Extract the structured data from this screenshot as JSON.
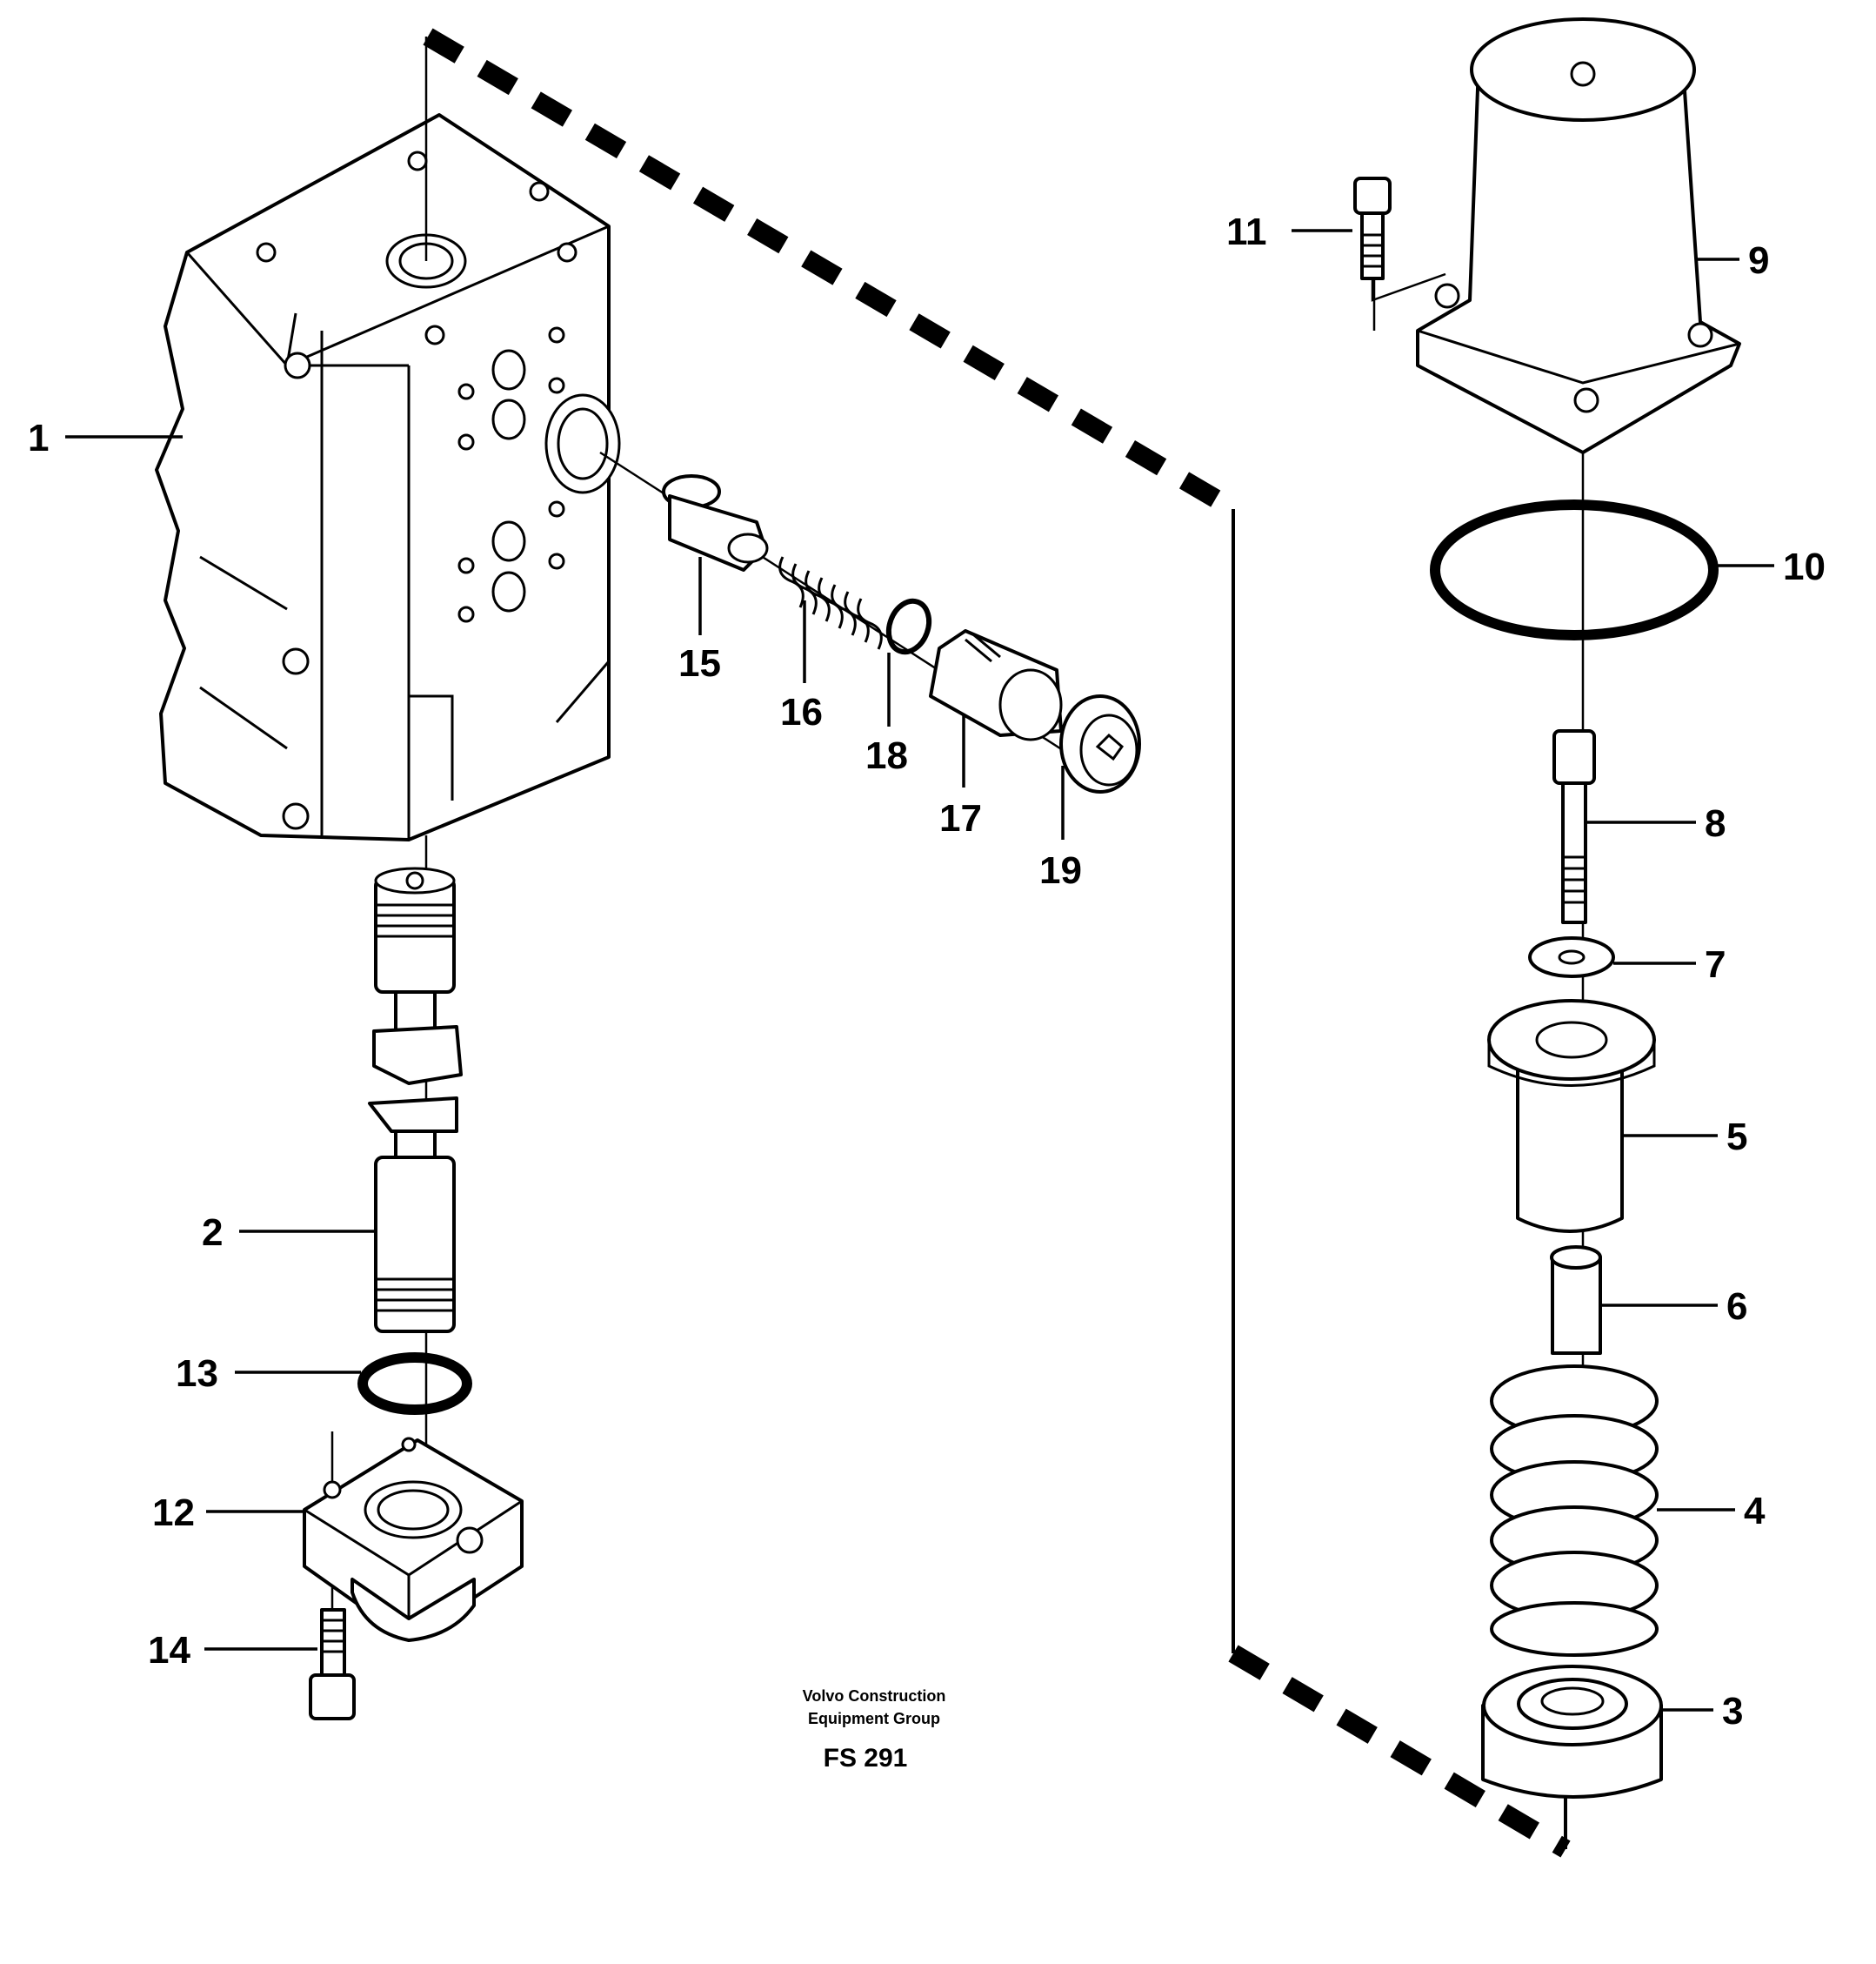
{
  "callouts": [
    {
      "id": "1",
      "label": "1"
    },
    {
      "id": "2",
      "label": "2"
    },
    {
      "id": "3",
      "label": "3"
    },
    {
      "id": "4",
      "label": "4"
    },
    {
      "id": "5",
      "label": "5"
    },
    {
      "id": "6",
      "label": "6"
    },
    {
      "id": "7",
      "label": "7"
    },
    {
      "id": "8",
      "label": "8"
    },
    {
      "id": "9",
      "label": "9"
    },
    {
      "id": "10",
      "label": "10"
    },
    {
      "id": "11",
      "label": "11"
    },
    {
      "id": "12",
      "label": "12"
    },
    {
      "id": "13",
      "label": "13"
    },
    {
      "id": "14",
      "label": "14"
    },
    {
      "id": "15",
      "label": "15"
    },
    {
      "id": "16",
      "label": "16"
    },
    {
      "id": "17",
      "label": "17"
    },
    {
      "id": "18",
      "label": "18"
    },
    {
      "id": "19",
      "label": "19"
    }
  ],
  "caption": {
    "line1": "Volvo Construction",
    "line2": "Equipment Group",
    "code": "FS 291"
  }
}
